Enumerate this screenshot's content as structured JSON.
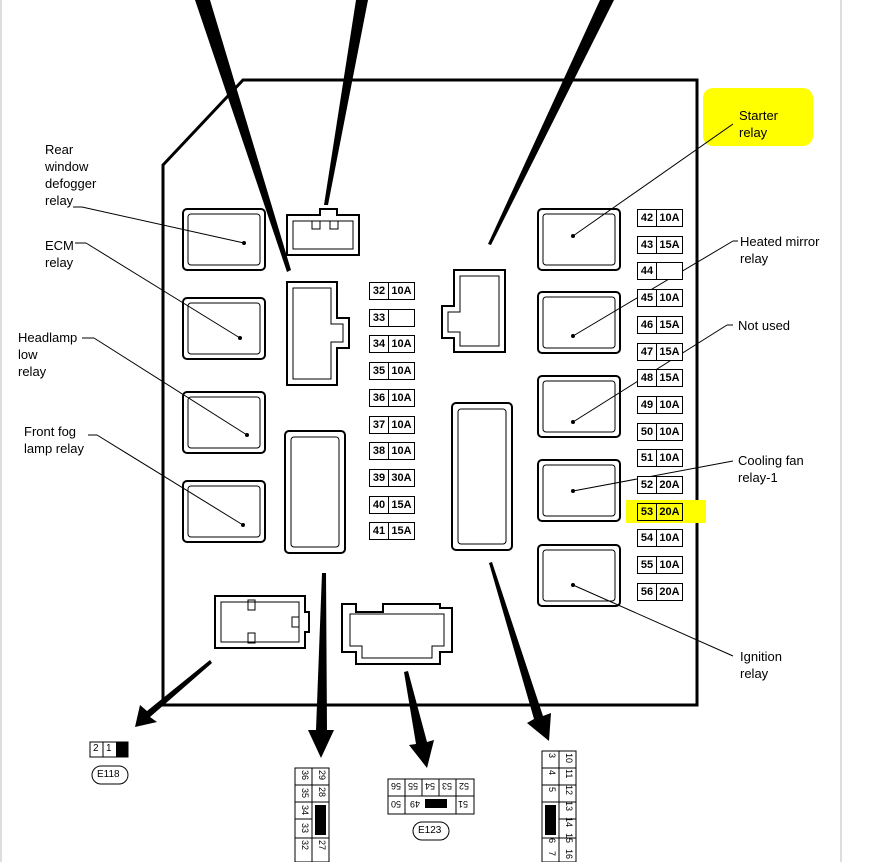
{
  "labels": {
    "rear_defogger": "Rear\nwindow\ndefogger\nrelay",
    "ecm": "ECM\nrelay",
    "headlamp_low": "Headlamp\nlow\nrelay",
    "front_fog": "Front fog\nlamp relay",
    "starter": "Starter\nrelay",
    "heated_mirror": "Heated mirror\nrelay",
    "not_used": "Not used",
    "cooling_fan": "Cooling fan\nrelay-1",
    "ignition": "Ignition\nrelay"
  },
  "fuses_center": [
    {
      "num": "32",
      "amp": "10A"
    },
    {
      "num": "33",
      "amp": ""
    },
    {
      "num": "34",
      "amp": "10A"
    },
    {
      "num": "35",
      "amp": "10A"
    },
    {
      "num": "36",
      "amp": "10A"
    },
    {
      "num": "37",
      "amp": "10A"
    },
    {
      "num": "38",
      "amp": "10A"
    },
    {
      "num": "39",
      "amp": "30A"
    },
    {
      "num": "40",
      "amp": "15A"
    },
    {
      "num": "41",
      "amp": "15A"
    }
  ],
  "fuses_right": [
    {
      "num": "42",
      "amp": "10A"
    },
    {
      "num": "43",
      "amp": "15A"
    },
    {
      "num": "44",
      "amp": ""
    },
    {
      "num": "45",
      "amp": "10A"
    },
    {
      "num": "46",
      "amp": "15A"
    },
    {
      "num": "47",
      "amp": "15A"
    },
    {
      "num": "48",
      "amp": "15A"
    },
    {
      "num": "49",
      "amp": "10A"
    },
    {
      "num": "50",
      "amp": "10A"
    },
    {
      "num": "51",
      "amp": "10A"
    },
    {
      "num": "52",
      "amp": "20A"
    },
    {
      "num": "53",
      "amp": "20A",
      "highlight": true
    },
    {
      "num": "54",
      "amp": "10A"
    },
    {
      "num": "55",
      "amp": "10A"
    },
    {
      "num": "56",
      "amp": "20A"
    }
  ],
  "connectors": {
    "e118": "E118",
    "e118_pins": [
      "2",
      "1"
    ],
    "e123": "E123",
    "e123_top": [
      "56",
      "55",
      "54",
      "53",
      "52"
    ],
    "e123_bottom": [
      "51",
      "50",
      "49"
    ],
    "left_block_cols": [
      [
        "29",
        "28",
        "27"
      ],
      [
        "36",
        "35",
        "34",
        "33",
        "32"
      ]
    ],
    "right_block_cols": [
      [
        "3",
        "4",
        "5",
        "6",
        "7"
      ],
      [
        "10",
        "11",
        "12",
        "13",
        "14",
        "15",
        "16"
      ]
    ]
  },
  "colors": {
    "highlight": "#ffff00",
    "line": "#000000"
  }
}
